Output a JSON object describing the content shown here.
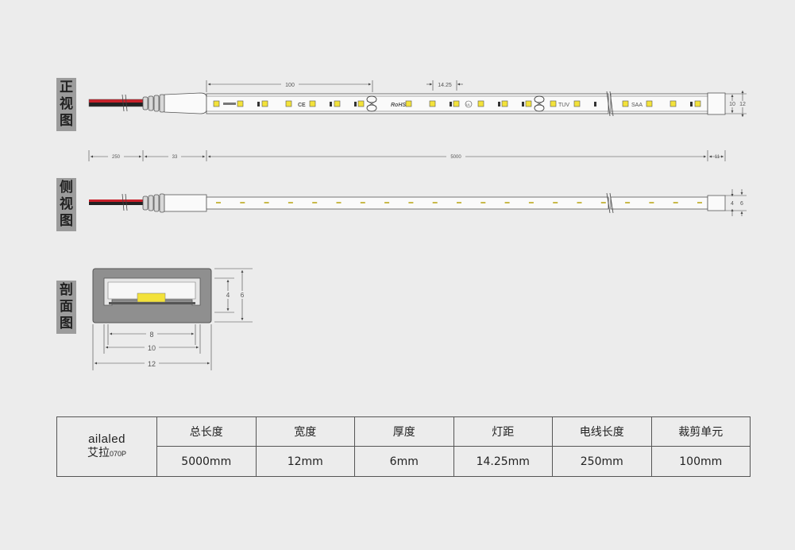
{
  "labels": {
    "front": [
      "正",
      "视",
      "图"
    ],
    "side": [
      "侧",
      "视",
      "图"
    ],
    "section": [
      "剖",
      "面",
      "图"
    ]
  },
  "front_view": {
    "dim_led_group": "100",
    "dim_pitch": "14.25",
    "dim_height_inner": "10",
    "dim_height_outer": "12",
    "dim_wire": "250",
    "dim_cap": "33",
    "dim_length": "5000",
    "dim_endcap": "11",
    "marks": [
      "RoHS",
      "TUV",
      "SAA"
    ]
  },
  "side_view": {
    "dim_inner": "4",
    "dim_outer": "6"
  },
  "section_view": {
    "dim_inner_h": "4",
    "dim_outer_h": "6",
    "dim_w8": "8",
    "dim_w10": "10",
    "dim_w12": "12"
  },
  "spec_table": {
    "brand": "ailaled",
    "brand_cn": "艾拉",
    "model": "070P",
    "headers": [
      "总长度",
      "宽度",
      "厚度",
      "灯距",
      "电线长度",
      "裁剪单元"
    ],
    "values": [
      "5000mm",
      "12mm",
      "6mm",
      "14.25mm",
      "250mm",
      "100mm"
    ]
  },
  "colors": {
    "background": "#ececec",
    "label_bg": "#9c9c9c",
    "led_yellow": "#f3e23a",
    "wire_red": "#c8202a",
    "profile_grey": "#8f8f8f"
  }
}
